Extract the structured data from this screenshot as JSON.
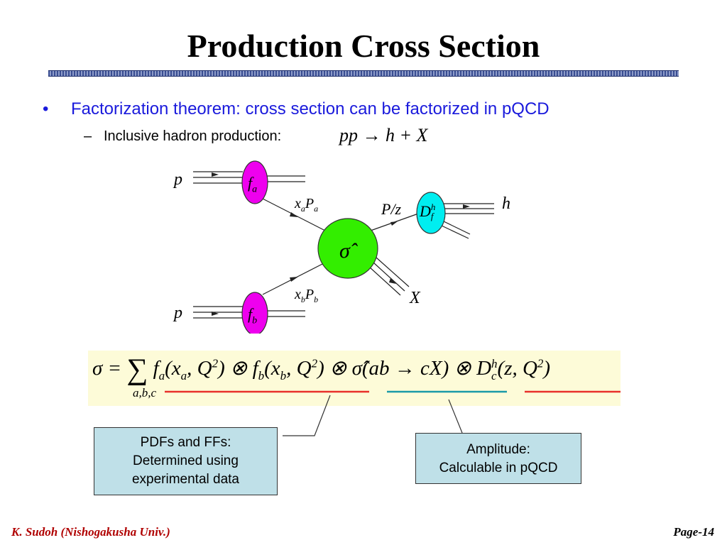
{
  "slide": {
    "title": "Production Cross Section",
    "bullet1": "Factorization theorem: cross section can be factorized in pQCD",
    "bullet2": "Inclusive hadron production:",
    "reaction": "pp → h + X"
  },
  "diagram": {
    "p_top": "p",
    "p_bottom": "p",
    "fa_label": "f",
    "fa_sub": "a",
    "fb_label": "f",
    "fb_sub": "b",
    "xaPa": "x",
    "xaPa_sub1": "a",
    "xaPa_P": "P",
    "xaPa_sub2": "a",
    "xbPb": "x",
    "xbPb_sub1": "b",
    "xbPb_P": "P",
    "xbPb_sub2": "b",
    "sigma_hat": "σ̂",
    "P_over_z": "P/z",
    "D_label": "D",
    "D_sup": "h",
    "D_sub": "f",
    "h_out": "h",
    "X_out": "X",
    "colors": {
      "pdf": "#ee00ee",
      "hard": "#33ee00",
      "ff": "#00eef0"
    }
  },
  "formula": {
    "lhs": "σ =",
    "sum": "∑",
    "sum_sub": "a,b,c",
    "t1": "f",
    "t1_sub": "a",
    "t2": "(x",
    "t2_sub": "a",
    "t3": ", Q",
    "t3_sup": "2",
    "t4": ") ⊗ f",
    "t4_sub": "b",
    "t5": "(x",
    "t5_sub": "b",
    "t6": ", Q",
    "t6_sup": "2",
    "t7": ") ⊗ σ̂(ab → cX) ⊗ D",
    "t7_sub": "c",
    "t7_sup": "h",
    "t8": "(z, Q",
    "t8_sup": "2",
    "t9": ")"
  },
  "callouts": {
    "left": [
      "PDFs and FFs:",
      "Determined using",
      "experimental data"
    ],
    "right": [
      "Amplitude:",
      "Calculable in pQCD"
    ]
  },
  "footer": {
    "author": "K. Sudoh (Nishogakusha Univ.)",
    "page": "Page-14"
  }
}
